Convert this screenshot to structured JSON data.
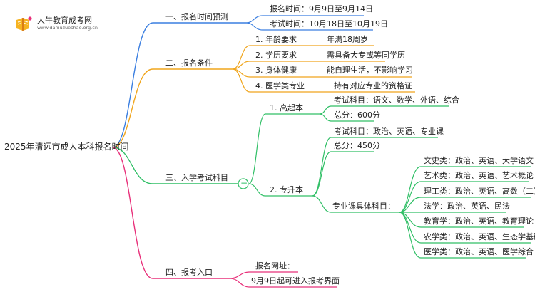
{
  "logo": {
    "name": "大牛教育成考网",
    "url": "www.daniuzueshao.org.cn"
  },
  "colors": {
    "blue": "#3a7ee0",
    "orange": "#f0a51c",
    "green": "#30bf66",
    "pink": "#e8307a",
    "root_line": "#7da8c8"
  },
  "root": "2025年清远市成人本科报名时间",
  "branches": {
    "b1": {
      "label": "一、报名时间预测",
      "items": [
        "报名时间：9月9日至9月14日",
        "考试时间：10月18日至10月19日"
      ]
    },
    "b2": {
      "label": "二、报名条件",
      "items": [
        {
          "name": "1. 年龄要求",
          "value": "年满18周岁"
        },
        {
          "name": "2. 学历要求",
          "value": "需具备大专或等同学历"
        },
        {
          "name": "3. 身体健康",
          "value": "能自理生活，不影响学习"
        },
        {
          "name": "4. 医学类专业",
          "value": "持有对应专业的资格证"
        }
      ]
    },
    "b3": {
      "label": "三、入学考试科目",
      "collapse_symbol": "−",
      "gqb": {
        "label": "1. 高起本",
        "items": [
          "考试科目：语文、数学、外语、综合",
          "总分：600分"
        ]
      },
      "zsb": {
        "label": "2. 专升本",
        "items": [
          "考试科目：政治、英语、专业课",
          "总分：450分"
        ],
        "major": {
          "label": "专业课具体科目：",
          "items": [
            "文史类：政治、英语、大学语文",
            "艺术类：政治、英语、艺术概论",
            "理工类：政治、英语、高数（二）",
            "法学：政治、英语、民法",
            "教育学：政治、英语、教育理论",
            "农学类：政治、英语、生态学基础",
            "医学类：政治、英语、医学综合"
          ]
        }
      }
    },
    "b4": {
      "label": "四、报考入口",
      "items": [
        "报名网址：",
        "9月9日起可进入报考界面"
      ]
    }
  }
}
